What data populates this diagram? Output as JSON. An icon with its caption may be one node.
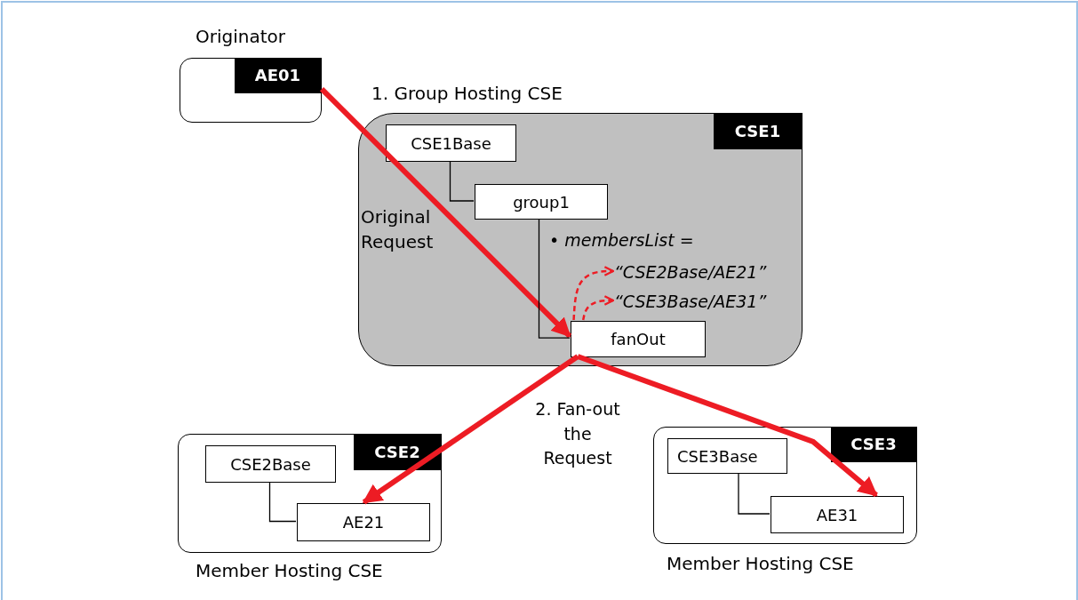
{
  "diagram": {
    "nodes": [
      {
        "text": [
          "AE01"
        ],
        "beside": [
          "Originator"
        ]
      },
      {
        "text": [
          "CSE1"
        ],
        "beside": [
          "1. Group Hosting CSE"
        ]
      },
      {
        "text": [
          "CSE1Base"
        ],
        "in": 1
      },
      {
        "text": [
          "group1"
        ],
        "in": 1
      },
      {
        "text": [
          "fanOut"
        ],
        "in": 1
      },
      {
        "text": [
          "CSE2"
        ],
        "beside": [
          "Member Hosting CSE"
        ]
      },
      {
        "text": [
          "CSE2Base"
        ],
        "in": 5
      },
      {
        "text": [
          "AE21"
        ],
        "in": 5
      },
      {
        "text": [
          "CSE3"
        ],
        "beside": [
          "Member Hosting CSE"
        ]
      },
      {
        "text": [
          "CSE3Base"
        ],
        "in": 8
      },
      {
        "text": [
          "AE31"
        ],
        "in": 8
      },
      {
        "text": [
          "“CSE2Base/AE21”"
        ],
        "in": 1
      },
      {
        "text": [
          "“CSE3Base/AE31”"
        ],
        "in": 1
      }
    ],
    "edges": [
      {
        "from": 0,
        "to": 4,
        "arrow": "to",
        "label": "Original Request",
        "style": "thick",
        "color": "#ed1c24"
      },
      {
        "from": 4,
        "to": 7,
        "arrow": "to",
        "style": "thick",
        "color": "#ed1c24"
      },
      {
        "from": 4,
        "to": 10,
        "arrow": "to",
        "style": "thick",
        "color": "#ed1c24"
      },
      {
        "from": 4,
        "to": 11,
        "arrow": "to",
        "style": "dashed",
        "color": "#ed1c24"
      },
      {
        "from": 4,
        "to": 12,
        "arrow": "to",
        "style": "dashed",
        "color": "#ed1c24"
      },
      {
        "from": 2,
        "to": 3,
        "arrow": "none",
        "color": "#000000"
      },
      {
        "from": 3,
        "to": 4,
        "arrow": "none",
        "color": "#000000"
      },
      {
        "from": 6,
        "to": 7,
        "arrow": "none",
        "color": "#000000"
      },
      {
        "from": 9,
        "to": 10,
        "arrow": "none",
        "color": "#000000"
      }
    ],
    "labels": [
      "• *membersList =*",
      "2. Fan-out the Request"
    ]
  }
}
